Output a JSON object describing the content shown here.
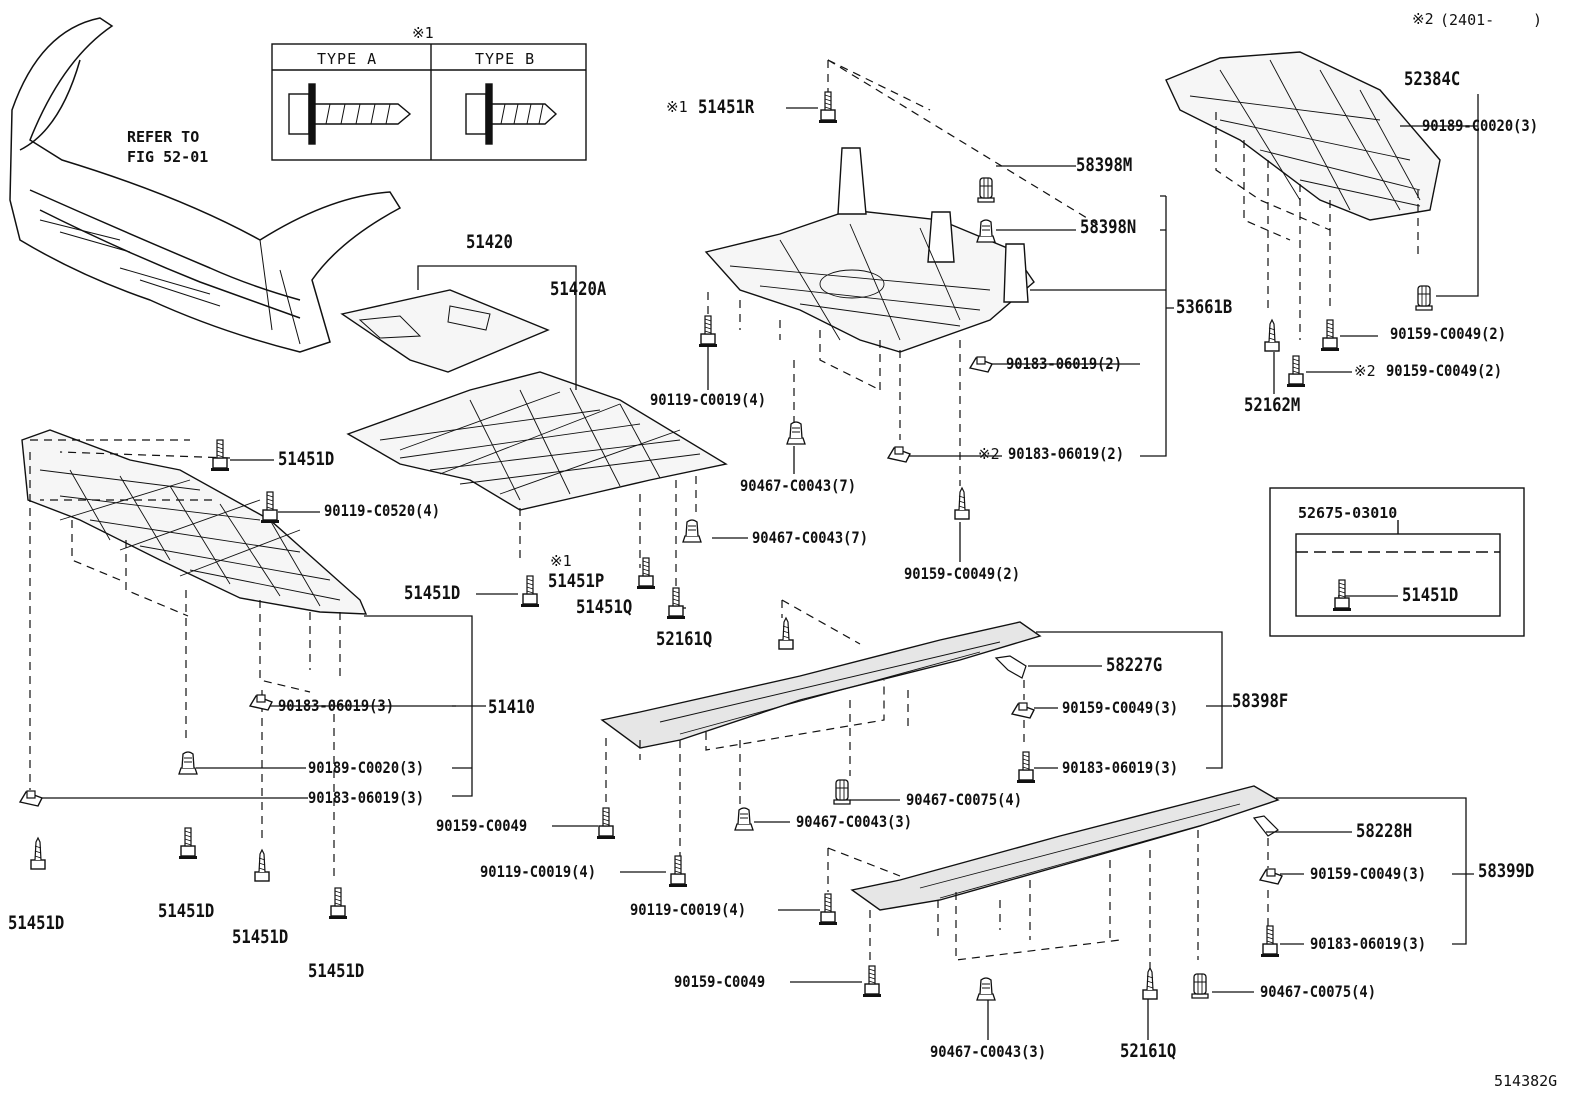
{
  "colors": {
    "ink": "#111111",
    "paper": "#ffffff",
    "panel_fill": "#f6f6f6",
    "part_shade": "#e6e6e6"
  },
  "diagram_id": "514382G",
  "variant_note": {
    "mark": "※2",
    "range": "(2401-",
    "close": ")"
  },
  "fastener_types": {
    "mark": "※1",
    "type_a": "TYPE A",
    "type_b": "TYPE B"
  },
  "refer": {
    "line1": "REFER TO",
    "line2": "FIG 52-01"
  },
  "inset": {
    "header": "52675-03010",
    "part": "51451D"
  },
  "labels": {
    "l_51420": "51420",
    "l_51420A": "51420A",
    "l_51451R_mark": "※1",
    "l_51451R": "51451R",
    "l_58398M": "58398M",
    "l_58398N": "58398N",
    "l_53661B": "53661B",
    "l_52384C": "52384C",
    "l_90189_C0020_3_a": "90189-C0020(3)",
    "l_90159_C0049_2_a": "90159-C0049(2)",
    "l_90159_C0049_2_b_mark": "※2",
    "l_90159_C0049_2_b": "90159-C0049(2)",
    "l_52162M": "52162M",
    "l_90183_06019_2_a": "90183-06019(2)",
    "l_90183_06019_2_b_mark": "※2",
    "l_90183_06019_2_b": "90183-06019(2)",
    "l_90119_C0019_4_a": "90119-C0019(4)",
    "l_90467_C0043_7_a": "90467-C0043(7)",
    "l_90467_C0043_7_b": "90467-C0043(7)",
    "l_90159_C0049_2_c": "90159-C0049(2)",
    "l_51451D_a": "51451D",
    "l_90119_C0520_4": "90119-C0520(4)",
    "l_51451D_b": "51451D",
    "l_51451P_mark": "※1",
    "l_51451P": "51451P",
    "l_51451Q": "51451Q",
    "l_52161Q_a": "52161Q",
    "l_90183_06019_3_a": "90183-06019(3)",
    "l_51410": "51410",
    "l_90189_C0020_3_b": "90189-C0020(3)",
    "l_90183_06019_3_b": "90183-06019(3)",
    "l_51451D_c": "51451D",
    "l_51451D_d": "51451D",
    "l_51451D_e": "51451D",
    "l_51451D_f": "51451D",
    "l_58227G": "58227G",
    "l_58398F": "58398F",
    "l_90159_C0049_3_a": "90159-C0049(3)",
    "l_90183_06019_3_c": "90183-06019(3)",
    "l_90467_C0075_4_a": "90467-C0075(4)",
    "l_90159_C0049_a": "90159-C0049",
    "l_90467_C0043_3_a": "90467-C0043(3)",
    "l_90119_C0019_4_b": "90119-C0019(4)",
    "l_90119_C0019_4_c": "90119-C0019(4)",
    "l_58228H": "58228H",
    "l_58399D": "58399D",
    "l_90159_C0049_3_b": "90159-C0049(3)",
    "l_90183_06019_3_d": "90183-06019(3)",
    "l_90159_C0049_b": "90159-C0049",
    "l_90467_C0075_4_b": "90467-C0075(4)",
    "l_90467_C0043_3_b": "90467-C0043(3)",
    "l_52161Q_b": "52161Q"
  }
}
